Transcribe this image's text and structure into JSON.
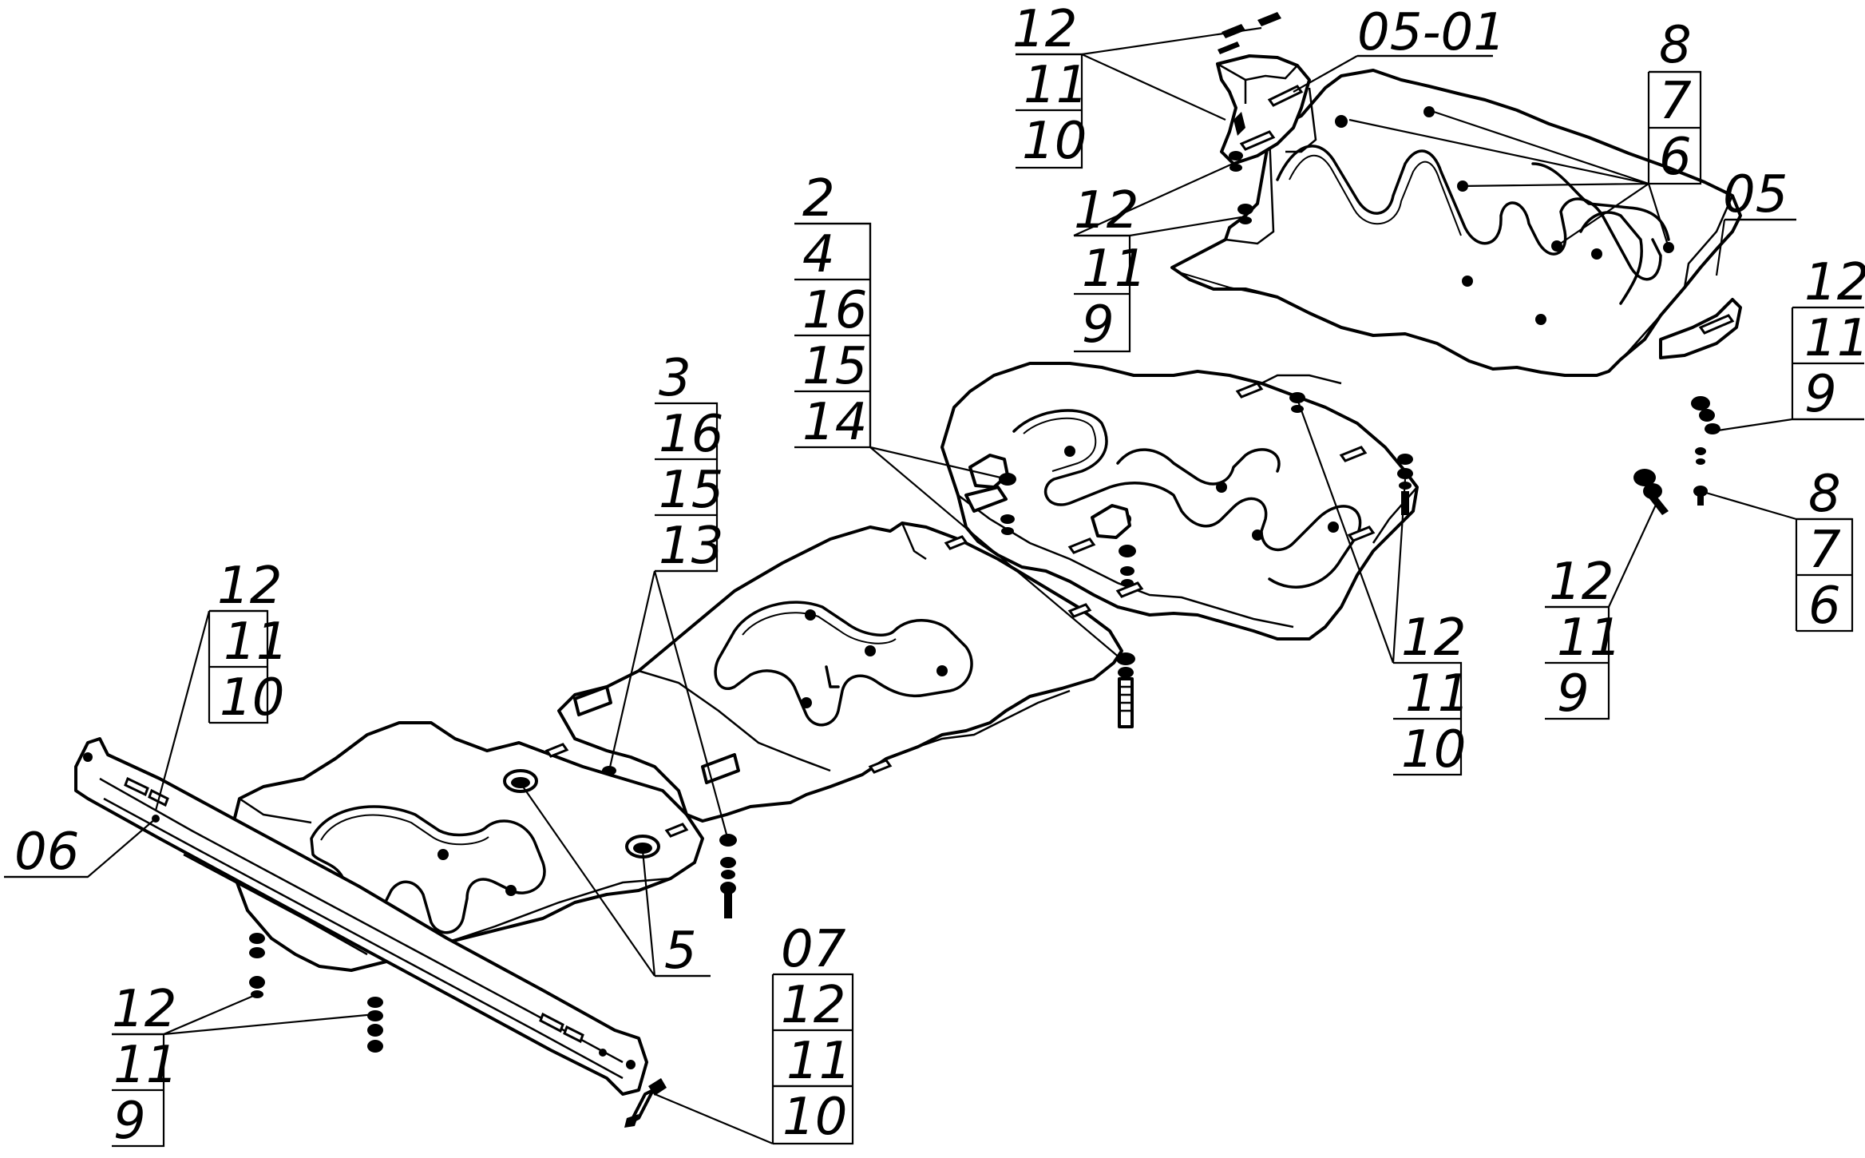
{
  "callouts": {
    "top_bracket_fasteners": [
      "12",
      "11",
      "10"
    ],
    "part_05_01": "05-01",
    "upper_plate_fasteners": [
      "8",
      "7",
      "6"
    ],
    "side_bolts_left": [
      "12",
      "11",
      "9"
    ],
    "part_05": "05",
    "right_fasteners_upper": [
      "12",
      "11",
      "9"
    ],
    "right_fasteners_lower": [
      "8",
      "7",
      "6"
    ],
    "lower_right_fasteners": [
      "12",
      "11",
      "9"
    ],
    "middle_plate_fasteners": [
      "12",
      "11",
      "10"
    ],
    "part_2_group": [
      "2",
      "4",
      "16",
      "15",
      "14"
    ],
    "part_3_group": [
      "3",
      "16",
      "15",
      "13"
    ],
    "left_plate_fasteners": [
      "12",
      "11",
      "10"
    ],
    "part_06": "06",
    "part_5": "5",
    "bottom_left_fasteners": [
      "12",
      "11",
      "9"
    ],
    "part_07_group": [
      "07",
      "12",
      "11",
      "10"
    ]
  }
}
